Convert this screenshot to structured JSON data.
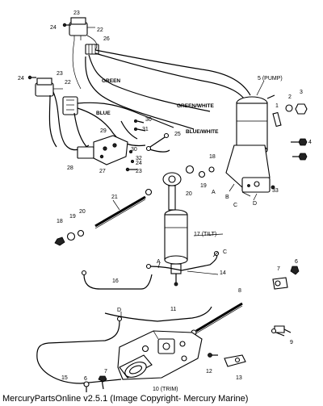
{
  "footer": {
    "text": "MercuryPartsOnline v2.5.1 (Image Copyright- Mercury Marine)"
  },
  "wire_labels": {
    "green": "GREEN",
    "blue": "BLUE",
    "green_white": "GREEN/WHITE",
    "blue_white": "BLUE/WHITE"
  },
  "part_labels": {
    "p1": "1",
    "p2": "2",
    "p3": "3",
    "p4": "4",
    "p5": "5 (PUMP)",
    "p6a": "6",
    "p6b": "6",
    "p7a": "7",
    "p7b": "7",
    "p8": "8",
    "p9": "9",
    "p10": "10 (TRIM)",
    "p11": "11",
    "p12": "12",
    "p13": "13",
    "p14": "14",
    "p15": "15",
    "p16": "16",
    "p17": "17 (TILT)",
    "p18a": "18",
    "p18b": "18",
    "p19a": "19",
    "p19b": "19",
    "p20a": "20",
    "p20b": "20",
    "p21": "21",
    "p22a": "22",
    "p22b": "22",
    "p23a": "23",
    "p23b": "23",
    "p23c": "23",
    "p24a": "24",
    "p24b": "24",
    "p24c": "24",
    "p25": "25",
    "p26": "26",
    "p27": "27",
    "p28": "28",
    "p29": "29",
    "p30a": "30",
    "p30b": "30",
    "p31": "31",
    "p32": "32",
    "p33": "33"
  },
  "port_letters": {
    "a_pump": "A",
    "b_pump": "B",
    "c_pump": "C",
    "d_pump": "D",
    "a_tilt": "A",
    "c_tilt": "C",
    "d_trim": "D"
  }
}
